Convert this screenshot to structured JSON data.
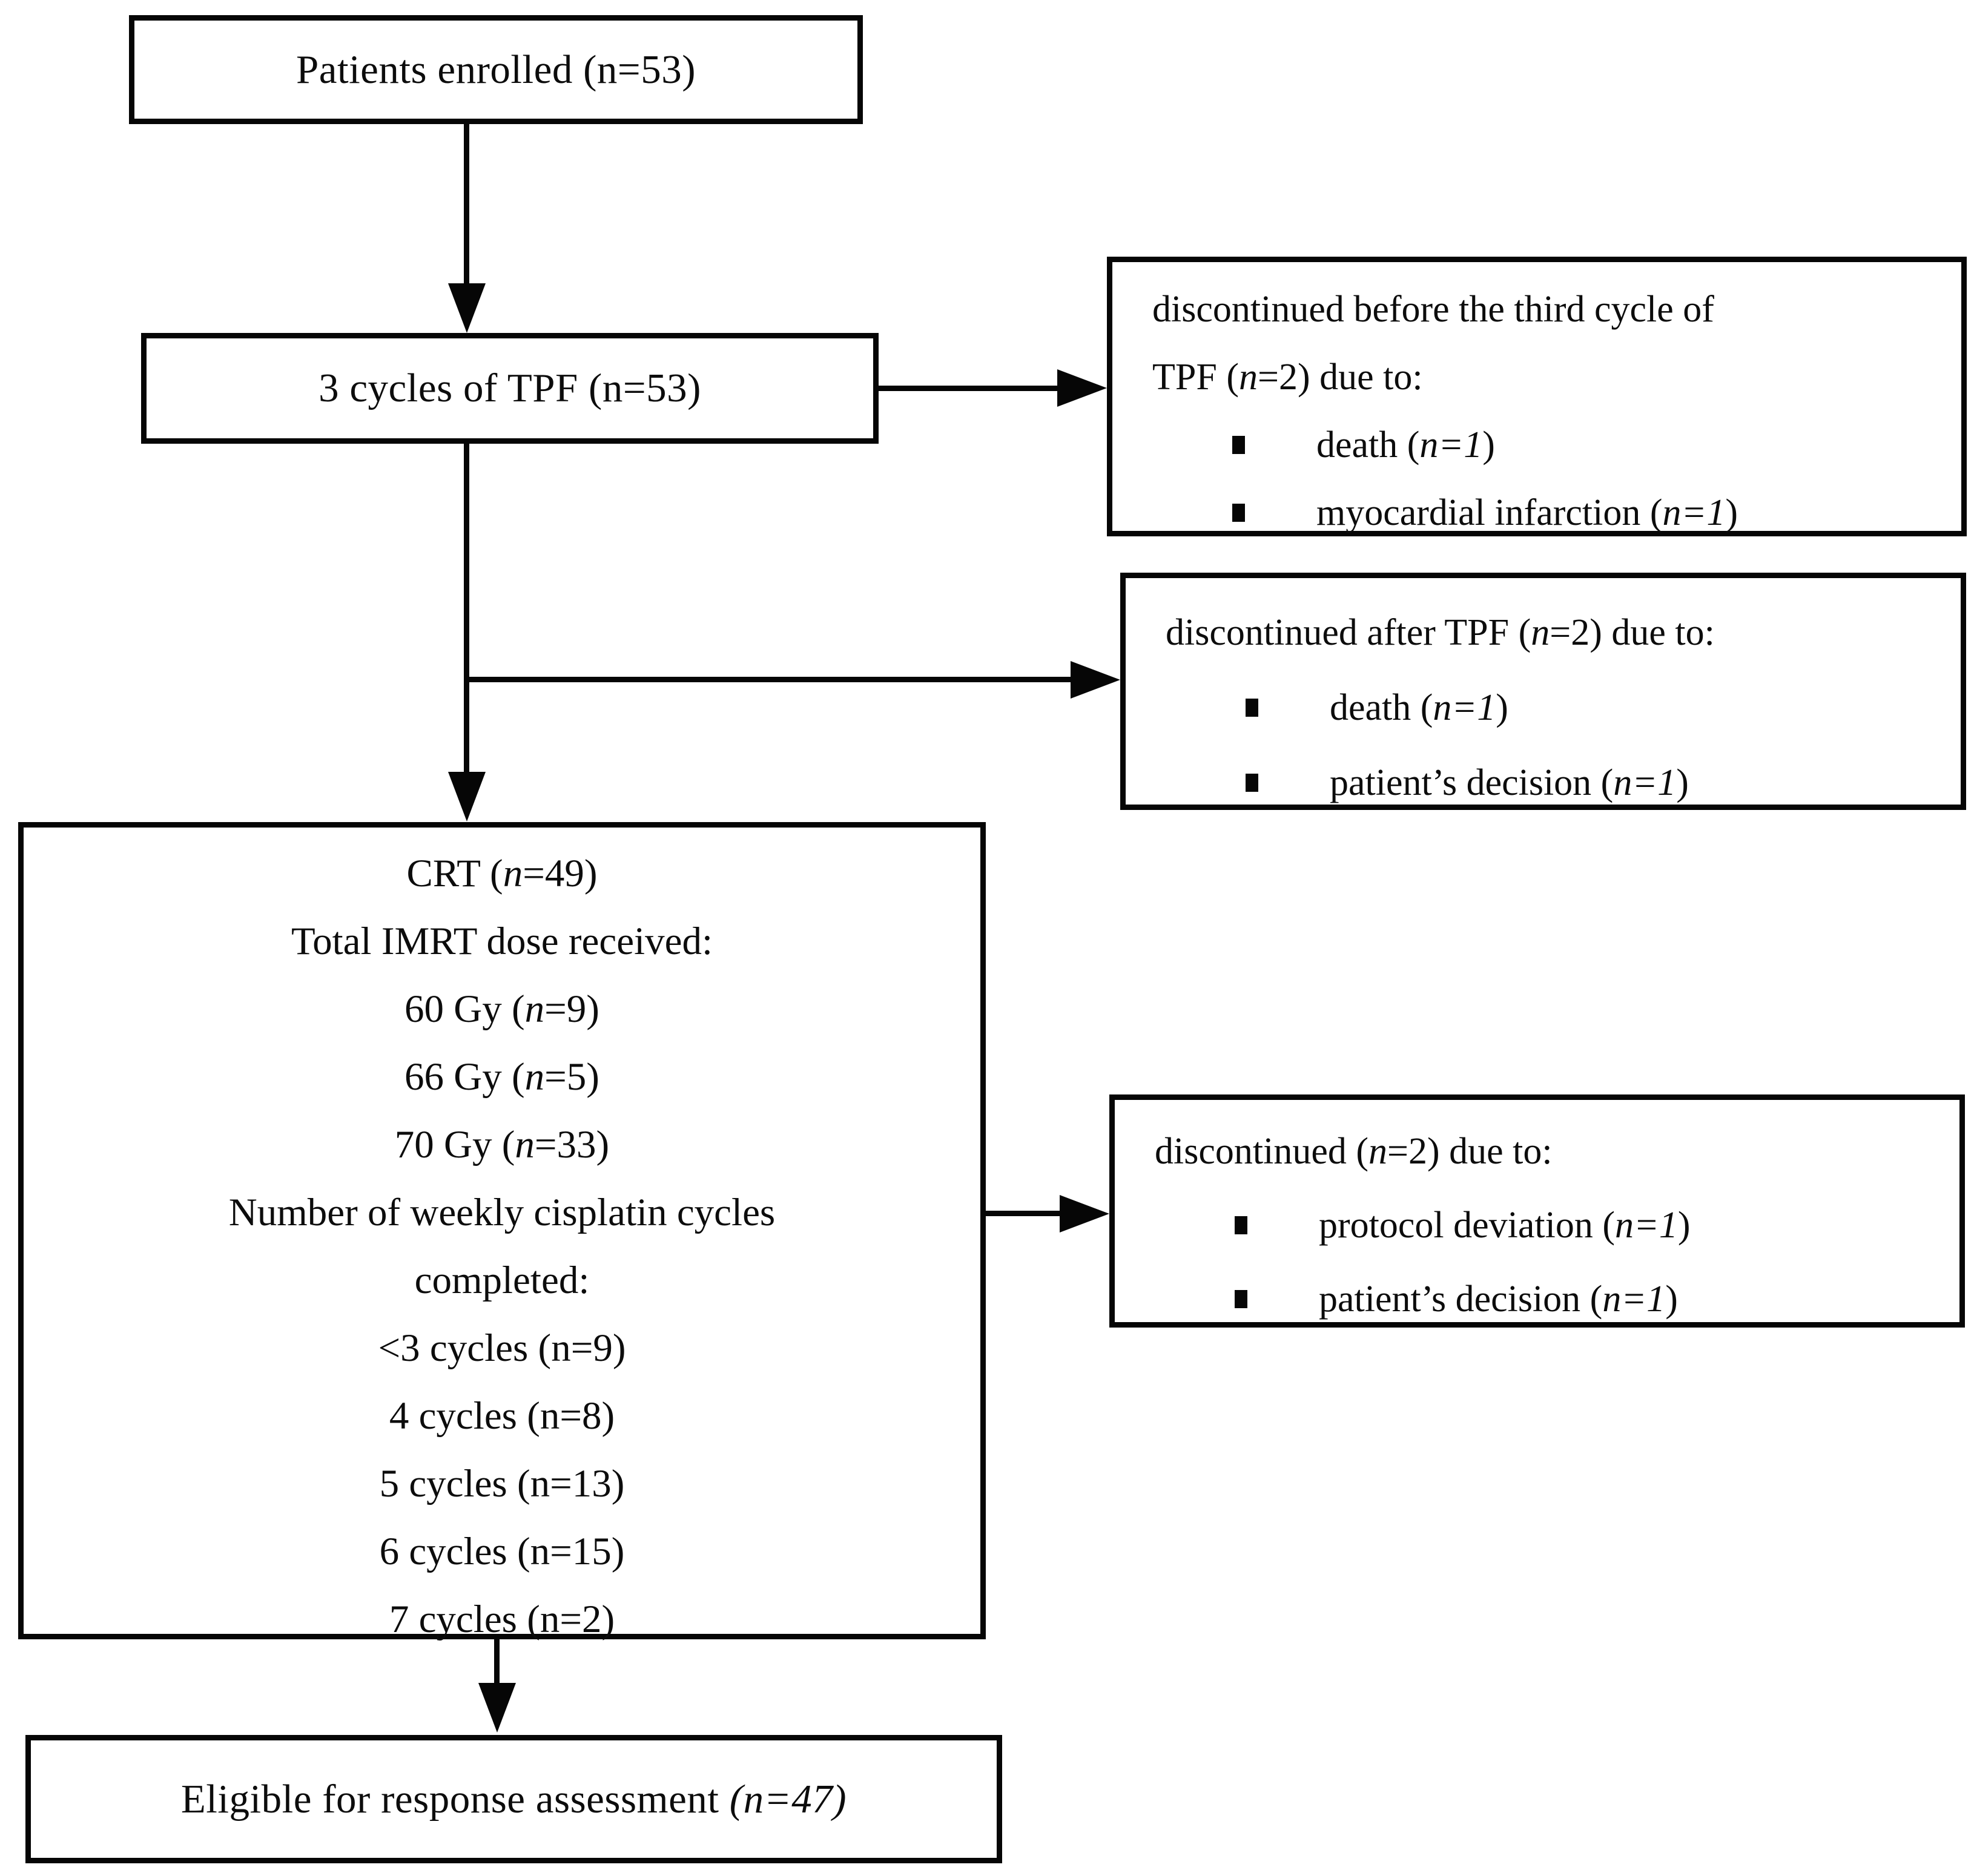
{
  "page": {
    "background": "#ffffff",
    "stroke_color": "#060606"
  },
  "flow": {
    "enrolled": {
      "label": [
        {
          "t": "Patients enrolled (n=53)"
        }
      ]
    },
    "tpf": {
      "label": [
        {
          "t": "3 cycles of TPF (n=53)"
        }
      ]
    },
    "disc_before": {
      "title1": [
        {
          "t": "discontinued before the third cycle of"
        }
      ],
      "title2": [
        {
          "t": "TPF ("
        },
        {
          "t": "n",
          "i": true
        },
        {
          "t": "=2) due to:"
        }
      ],
      "bullet1": [
        {
          "t": "death ("
        },
        {
          "t": "n=1",
          "i": true
        },
        {
          "t": ")"
        }
      ],
      "bullet2": [
        {
          "t": "myocardial infarction ("
        },
        {
          "t": "n=1",
          "i": true
        },
        {
          "t": ")"
        }
      ]
    },
    "disc_after": {
      "title1": [
        {
          "t": "discontinued after TPF ("
        },
        {
          "t": "n",
          "i": true
        },
        {
          "t": "=2) due to:"
        }
      ],
      "bullet1": [
        {
          "t": "death ("
        },
        {
          "t": "n=1",
          "i": true
        },
        {
          "t": ")"
        }
      ],
      "bullet2": [
        {
          "t": "patient’s decision ("
        },
        {
          "t": "n=1",
          "i": true
        },
        {
          "t": ")"
        }
      ]
    },
    "crt": {
      "line1": [
        {
          "t": "CRT ("
        },
        {
          "t": "n",
          "i": true
        },
        {
          "t": "=49)"
        }
      ],
      "line2": [
        {
          "t": "Total IMRT dose received:"
        }
      ],
      "line3": [
        {
          "t": "60 Gy ("
        },
        {
          "t": "n",
          "i": true
        },
        {
          "t": "=9)"
        }
      ],
      "line4": [
        {
          "t": "66 Gy ("
        },
        {
          "t": "n",
          "i": true
        },
        {
          "t": "=5)"
        }
      ],
      "line5": [
        {
          "t": "70 Gy ("
        },
        {
          "t": "n",
          "i": true
        },
        {
          "t": "=33)"
        }
      ],
      "line6": [
        {
          "t": "Number of weekly cisplatin cycles"
        }
      ],
      "line7": [
        {
          "t": "completed:"
        }
      ],
      "line8": [
        {
          "t": "<3 cycles (n=9)"
        }
      ],
      "line9": [
        {
          "t": "4 cycles (n=8)"
        }
      ],
      "line10": [
        {
          "t": "5 cycles (n=13)"
        }
      ],
      "line11": [
        {
          "t": "6 cycles (n=15)"
        }
      ],
      "line12": [
        {
          "t": "7 cycles (n=2)"
        }
      ]
    },
    "disc_crt": {
      "title1": [
        {
          "t": "discontinued ("
        },
        {
          "t": "n",
          "i": true
        },
        {
          "t": "=2) due to:"
        }
      ],
      "bullet1": [
        {
          "t": "protocol deviation ("
        },
        {
          "t": "n=1",
          "i": true
        },
        {
          "t": ")"
        }
      ],
      "bullet2": [
        {
          "t": "patient’s decision ("
        },
        {
          "t": "n=1",
          "i": true
        },
        {
          "t": ")"
        }
      ]
    },
    "eligible": {
      "label": [
        {
          "t": "Eligible for response assessment "
        },
        {
          "t": "(n=47)",
          "i": true
        }
      ]
    }
  }
}
